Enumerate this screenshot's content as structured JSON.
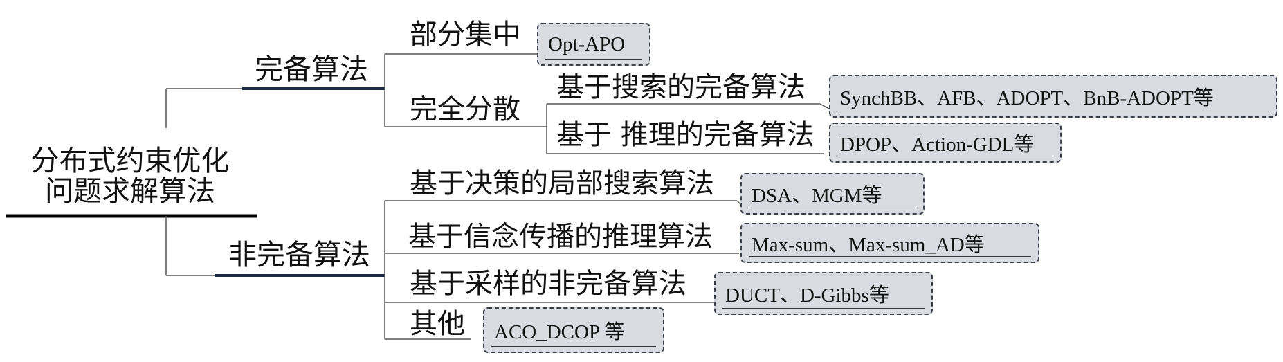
{
  "root": {
    "line1": "分布式约束优化",
    "line2": "问题求解算法"
  },
  "complete": {
    "label": "完备算法",
    "partial": {
      "label": "部分集中",
      "box": "Opt-APO"
    },
    "distributed": {
      "label": "完全分散",
      "search": {
        "label": "基于搜索的完备算法",
        "box": "SynchBB、AFB、ADOPT、BnB-ADOPT等"
      },
      "inference": {
        "label": "基于 推理的完备算法",
        "box": "DPOP、Action-GDL等"
      }
    }
  },
  "incomplete": {
    "label": "非完备算法",
    "decision": {
      "label": "基于决策的局部搜索算法",
      "box": "DSA、MGM等"
    },
    "belief": {
      "label": "基于信念传播的推理算法",
      "box": "Max-sum、Max-sum_AD等"
    },
    "sampling": {
      "label": "基于采样的非完备算法",
      "box": "DUCT、D-Gibbs等"
    },
    "other": {
      "label": "其他",
      "box": "ACO_DCOP 等"
    }
  },
  "colors": {
    "accent_line": "#1f2a44",
    "connector": "#555555",
    "box_fill": "#d9dbe0",
    "box_border": "#3a3f4a"
  }
}
